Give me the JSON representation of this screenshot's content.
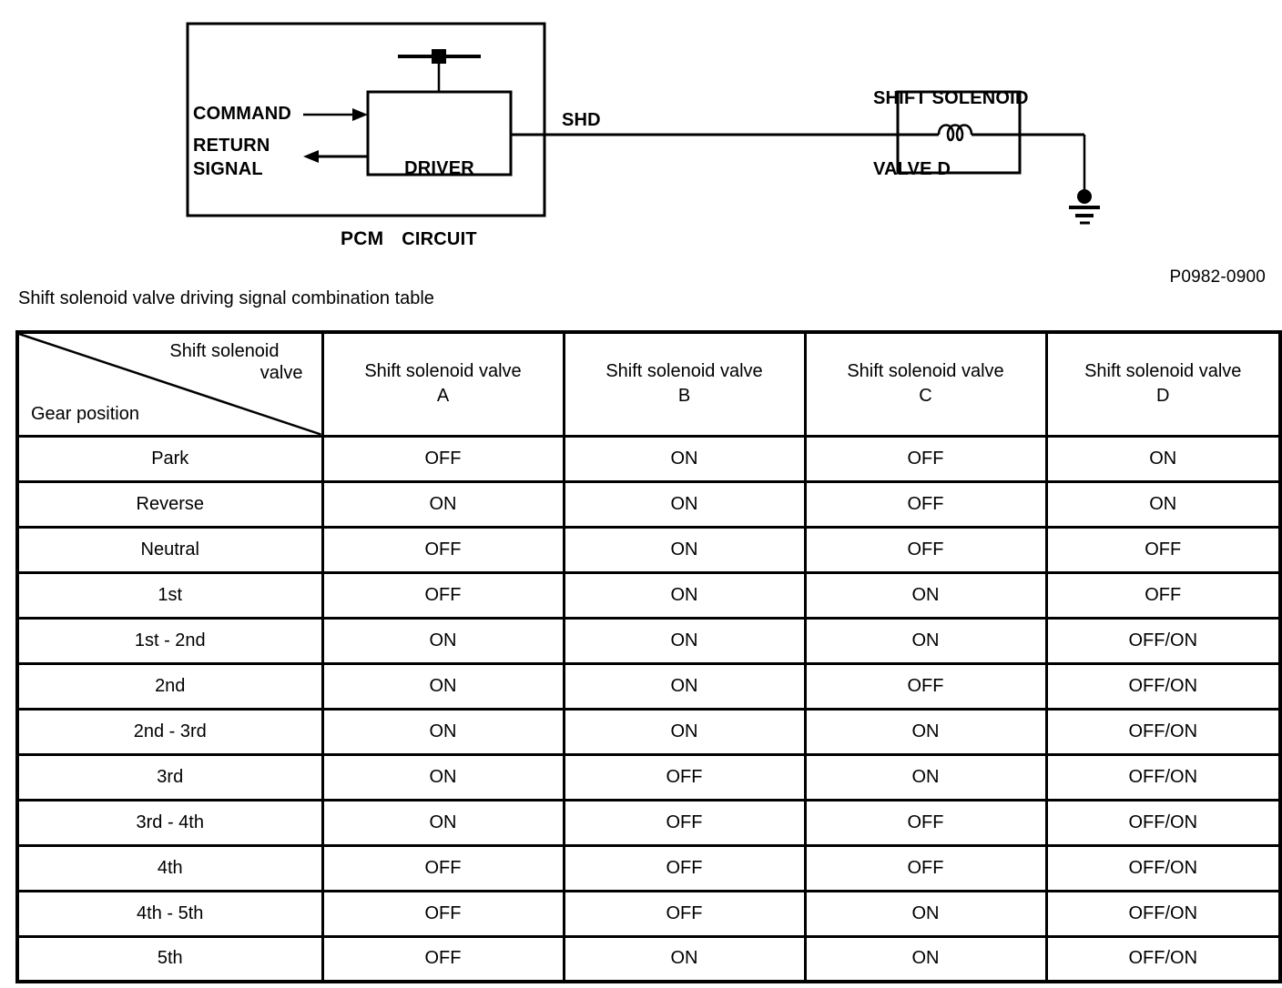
{
  "colors": {
    "ink": "#000000",
    "background": "#ffffff"
  },
  "diagram": {
    "command_label": "COMMAND",
    "return_label": "RETURN",
    "signal_label": "SIGNAL",
    "driver_circuit_line1": "DRIVER",
    "driver_circuit_line2": "CIRCUIT",
    "pcm_label": "PCM",
    "wire_label": "SHD",
    "solenoid_label_line1": "SHIFT SOLENOID",
    "solenoid_label_line2": "VALVE D",
    "figure_code": "P0982-0900"
  },
  "table": {
    "title": "Shift solenoid valve driving signal combination table",
    "corner": {
      "axis_top_line1": "Shift solenoid",
      "axis_top_line2": "valve",
      "axis_bottom": "Gear position"
    },
    "columns": [
      {
        "line1": "Shift solenoid valve",
        "line2": "A"
      },
      {
        "line1": "Shift solenoid valve",
        "line2": "B"
      },
      {
        "line1": "Shift solenoid valve",
        "line2": "C"
      },
      {
        "line1": "Shift solenoid valve",
        "line2": "D"
      }
    ],
    "rows": [
      {
        "gear": "Park",
        "values": [
          "OFF",
          "ON",
          "OFF",
          "ON"
        ]
      },
      {
        "gear": "Reverse",
        "values": [
          "ON",
          "ON",
          "OFF",
          "ON"
        ]
      },
      {
        "gear": "Neutral",
        "values": [
          "OFF",
          "ON",
          "OFF",
          "OFF"
        ]
      },
      {
        "gear": "1st",
        "values": [
          "OFF",
          "ON",
          "ON",
          "OFF"
        ]
      },
      {
        "gear": "1st - 2nd",
        "values": [
          "ON",
          "ON",
          "ON",
          "OFF/ON"
        ]
      },
      {
        "gear": "2nd",
        "values": [
          "ON",
          "ON",
          "OFF",
          "OFF/ON"
        ]
      },
      {
        "gear": "2nd - 3rd",
        "values": [
          "ON",
          "ON",
          "ON",
          "OFF/ON"
        ]
      },
      {
        "gear": "3rd",
        "values": [
          "ON",
          "OFF",
          "ON",
          "OFF/ON"
        ]
      },
      {
        "gear": "3rd - 4th",
        "values": [
          "ON",
          "OFF",
          "OFF",
          "OFF/ON"
        ]
      },
      {
        "gear": "4th",
        "values": [
          "OFF",
          "OFF",
          "OFF",
          "OFF/ON"
        ]
      },
      {
        "gear": "4th - 5th",
        "values": [
          "OFF",
          "OFF",
          "ON",
          "OFF/ON"
        ]
      },
      {
        "gear": "5th",
        "values": [
          "OFF",
          "ON",
          "ON",
          "OFF/ON"
        ]
      }
    ]
  }
}
